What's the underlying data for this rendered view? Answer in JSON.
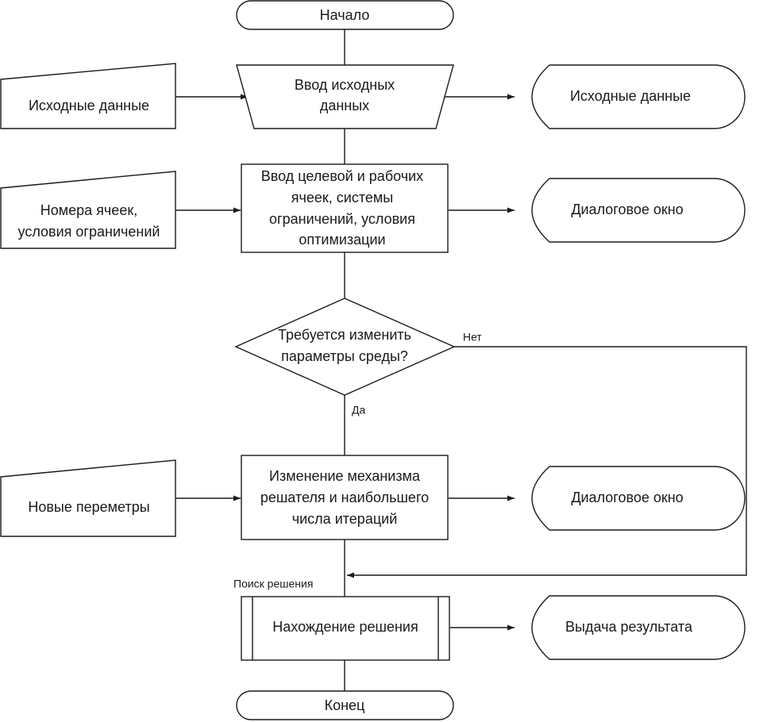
{
  "nodes": {
    "start": "Начало",
    "input_data_process": [
      "Ввод исходных",
      "данных"
    ],
    "source_data_in": "Исходные данные",
    "source_data_out": "Исходные данные",
    "target_cells_process": [
      "Ввод целевой и рабочих",
      "ячеек, системы",
      "ограничений, условия",
      "оптимизации"
    ],
    "cell_numbers_in": [
      "Номера ячеек,",
      "условия ограничений"
    ],
    "dialog_1": "Диалоговое окно",
    "decision": [
      "Требуется изменить",
      "параметры среды?"
    ],
    "change_solver_process": [
      "Изменение механизма",
      "решателя и наибольшего",
      "числа итераций"
    ],
    "new_params_in": "Новые переметры",
    "dialog_2": "Диалоговое окно",
    "find_solution": "Нахождение решения",
    "output_result": "Выдача результата",
    "end": "Конец"
  },
  "edge_labels": {
    "no": "Нет",
    "yes": "Да",
    "search": "Поиск решения"
  }
}
